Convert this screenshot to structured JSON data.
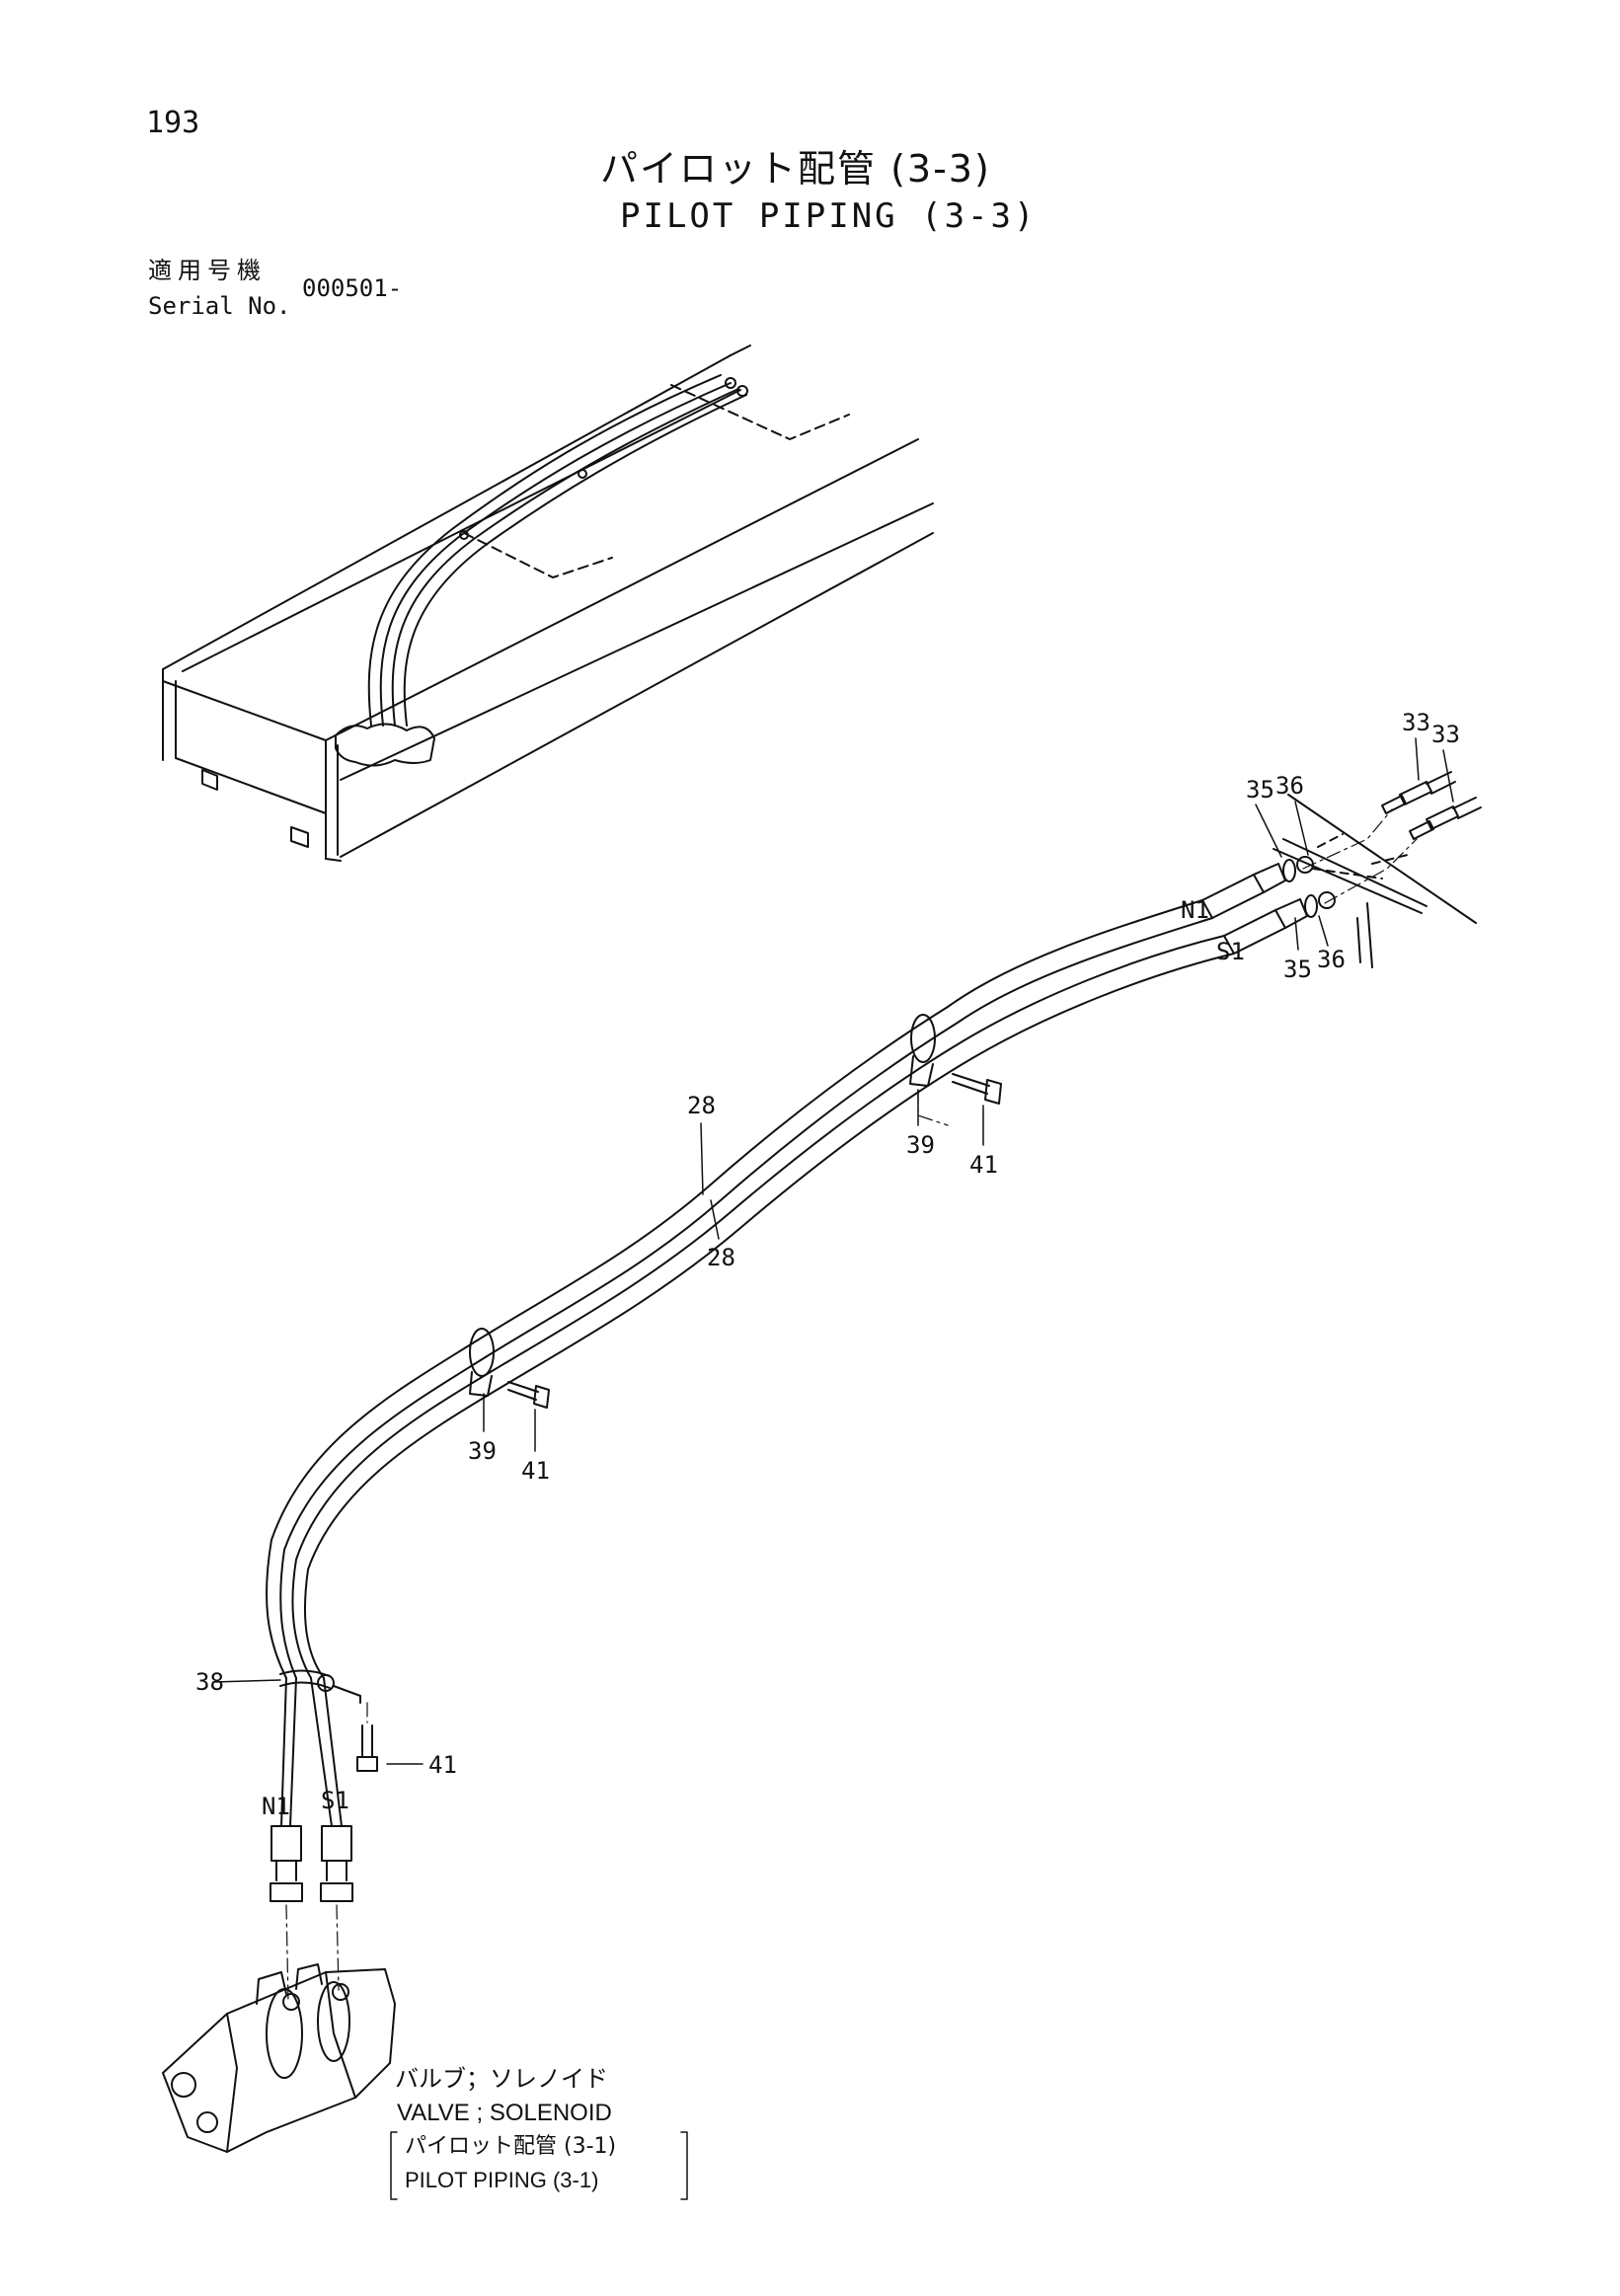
{
  "page_number": "193",
  "title_ja": "パイロット配管 (3-3)",
  "title_en": "PILOT PIPING (3-3)",
  "serial": {
    "label_ja": "適用号機",
    "label_en": "Serial No.",
    "value": "000501-"
  },
  "callouts": {
    "c33a": "33",
    "c33b": "33",
    "c35a": "35",
    "c36a": "36",
    "c35b": "35",
    "c36b": "36",
    "c28a": "28",
    "c28b": "28",
    "c39a": "39",
    "c41a": "41",
    "c39b": "39",
    "c41b": "41",
    "c38": "38",
    "c41c": "41"
  },
  "port_labels": {
    "n1_top": "N1",
    "s1_top": "S1",
    "n1_bottom": "N1",
    "s1_bottom": "S1"
  },
  "valve_note": {
    "line1": "バルブ；ソレノイド",
    "line2": "VALVE ; SOLENOID",
    "line3": "パイロット配管 (3-1)",
    "line4": "PILOT PIPING (3-1)"
  },
  "colors": {
    "ink": "#111111",
    "paper": "#ffffff"
  }
}
